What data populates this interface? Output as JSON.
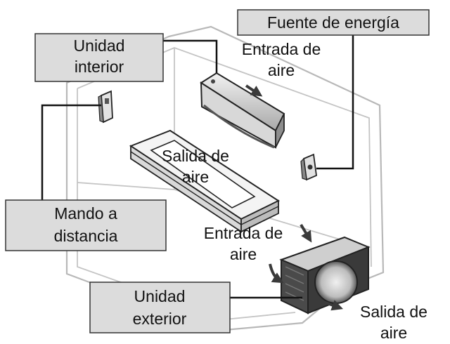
{
  "labels": {
    "indoor_unit": [
      "Unidad",
      "interior"
    ],
    "power_source": [
      "Fuente de energía"
    ],
    "indoor_air_inlet": [
      "Entrada de",
      "aire"
    ],
    "indoor_air_outlet": [
      "Salida de",
      "aire"
    ],
    "remote_control": [
      "Mando a",
      "distancia"
    ],
    "outdoor_air_inlet": [
      "Entrada de",
      "aire"
    ],
    "outdoor_unit": [
      "Unidad",
      "exterior"
    ],
    "outdoor_air_outlet": [
      "Salida de",
      "aire"
    ]
  },
  "colors": {
    "label_box_fill": "#dcdcdc",
    "label_box_border": "#333333",
    "wire": "#111111",
    "room_outline": "#b8b8b8",
    "unit_dark": "#3a3a3a",
    "unit_light": "#e6e6e6"
  }
}
